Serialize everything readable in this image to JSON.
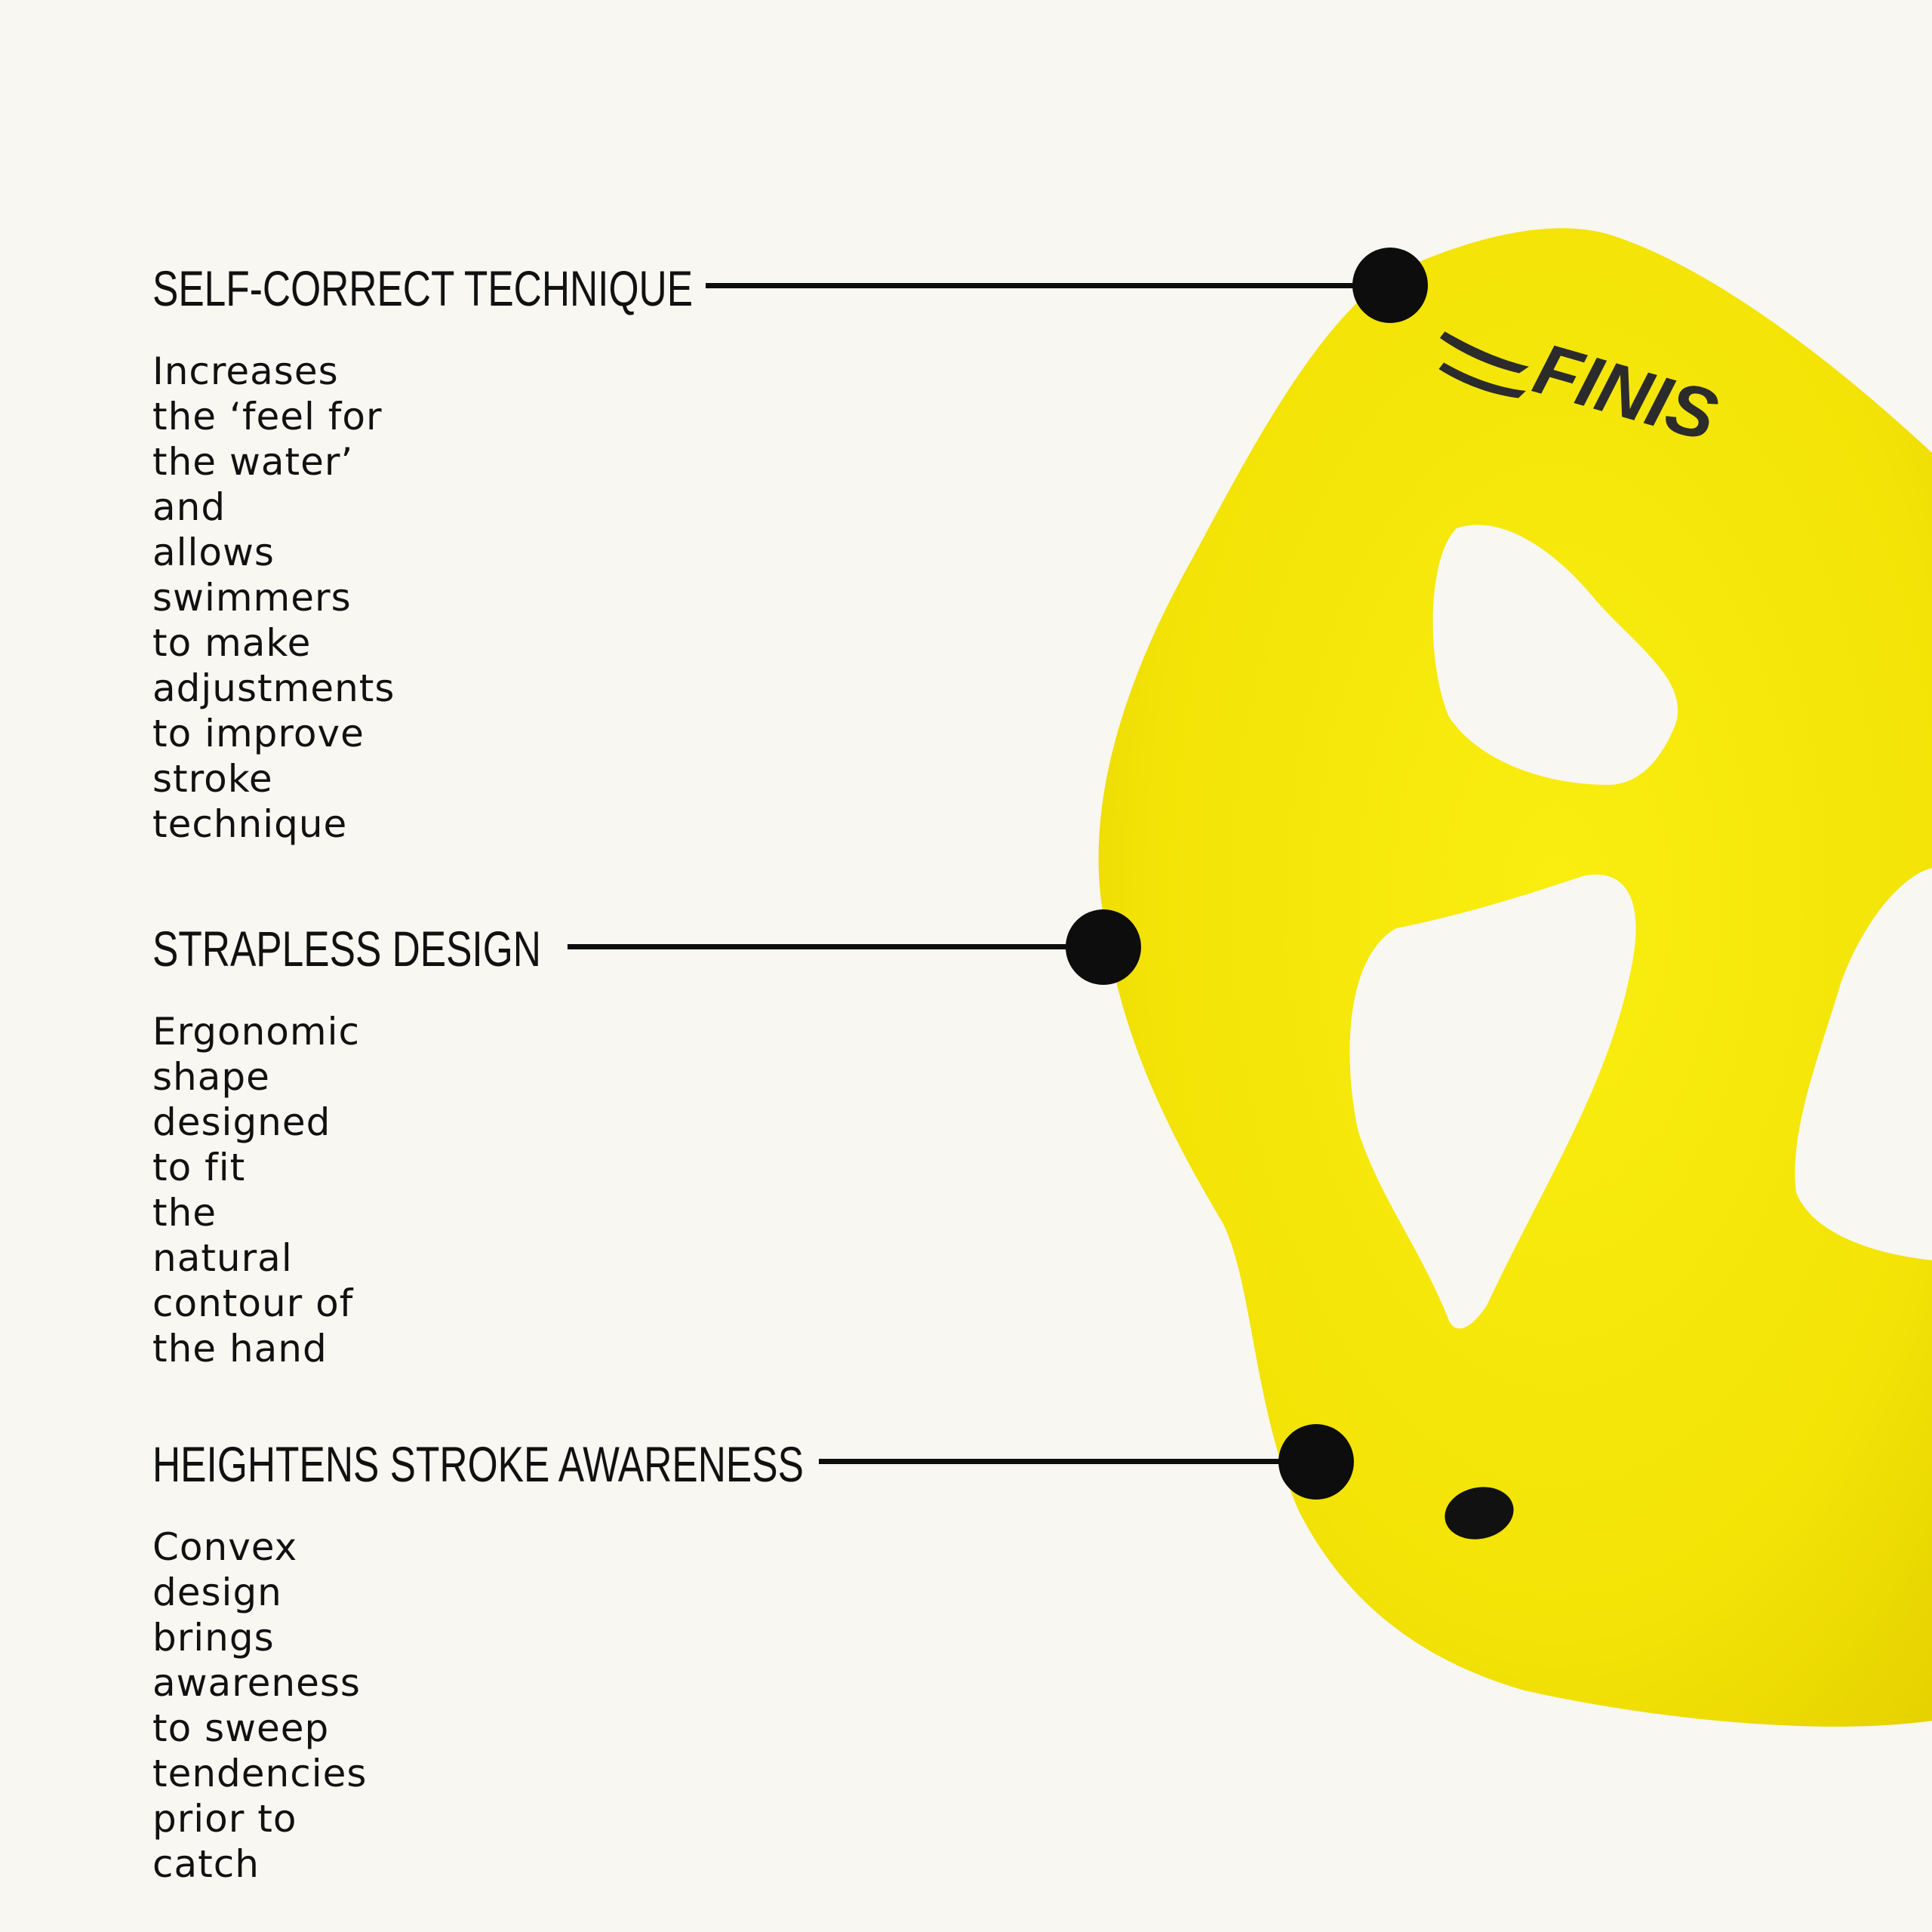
{
  "features": [
    {
      "title": "SELF-CORRECT TECHNIQUE",
      "description": "Increases the ‘feel for the water’ and\nallows swimmers to make adjustments\nto improve stroke technique"
    },
    {
      "title": "STRAPLESS DESIGN",
      "description": "Ergonomic shape designed to fit\nthe natural contour of the hand"
    },
    {
      "title": "HEIGHTENS STROKE AWARENESS",
      "description": "Convex design brings awareness\nto sweep tendencies prior to catch"
    }
  ],
  "product": {
    "brand_logo": "FINIS",
    "color": "#f6e80a",
    "icon": "swim-paddle"
  },
  "colors": {
    "background": "#f8f7f1",
    "text": "#111111",
    "leader": "#0d0d0d"
  }
}
